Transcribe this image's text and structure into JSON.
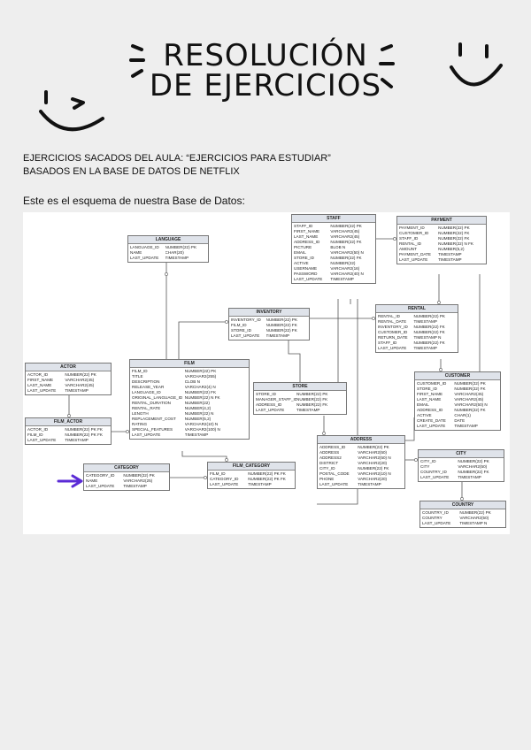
{
  "header": {
    "title_line_1": "RESOLUCIÓN",
    "title_line_2": "DE EJERCICIOS"
  },
  "intro": {
    "line_1": "EJERCICIOS SACADOS DEL AULA: “EJERCICIOS PARA ESTUDIAR”",
    "line_2": "BASADOS EN LA BASE DE DATOS DE NETFLIX"
  },
  "schema_caption": "Este es el esquema de nuestra Base de Datos:",
  "diagram": {
    "tables": [
      {
        "name": "LANGUAGE",
        "rows": [
          [
            "LANGUAGE_ID",
            "NUMBER(22) PK"
          ],
          [
            "NAME",
            "CHAR(20)"
          ],
          [
            "LAST_UPDATE",
            "TIMESTAMP"
          ]
        ]
      },
      {
        "name": "STAFF",
        "rows": [
          [
            "STAFF_ID",
            "NUMBER(22) PK"
          ],
          [
            "FIRST_NAME",
            "VARCHAR2(45)"
          ],
          [
            "LAST_NAME",
            "VARCHAR2(45)"
          ],
          [
            "ADDRESS_ID",
            "NUMBER(22) FK"
          ],
          [
            "PICTURE",
            "BLOB N"
          ],
          [
            "EMAIL",
            "VARCHAR2(50) N"
          ],
          [
            "STORE_ID",
            "NUMBER(22) FK"
          ],
          [
            "ACTIVE",
            "NUMBER(22)"
          ],
          [
            "USERNAME",
            "VARCHAR2(16)"
          ],
          [
            "PASSWORD",
            "VARCHAR2(40) N"
          ],
          [
            "LAST_UPDATE",
            "TIMESTAMP"
          ]
        ]
      },
      {
        "name": "PAYMENT",
        "rows": [
          [
            "PAYMENT_ID",
            "NUMBER(22) PK"
          ],
          [
            "CUSTOMER_ID",
            "NUMBER(22) FK"
          ],
          [
            "STAFF_ID",
            "NUMBER(22) FK"
          ],
          [
            "RENTAL_ID",
            "NUMBER(22) N FK"
          ],
          [
            "AMOUNT",
            "NUMBER(5,2)"
          ],
          [
            "PAYMENT_DATE",
            "TIMESTAMP"
          ],
          [
            "LAST_UPDATE",
            "TIMESTAMP"
          ]
        ]
      },
      {
        "name": "INVENTORY",
        "rows": [
          [
            "INVENTORY_ID",
            "NUMBER(22) PK"
          ],
          [
            "FILM_ID",
            "NUMBER(22) FK"
          ],
          [
            "STORE_ID",
            "NUMBER(22) FK"
          ],
          [
            "LAST_UPDATE",
            "TIMESTAMP"
          ]
        ]
      },
      {
        "name": "RENTAL",
        "rows": [
          [
            "RENTAL_ID",
            "NUMBER(22) PK"
          ],
          [
            "RENTAL_DATE",
            "TIMESTAMP"
          ],
          [
            "INVENTORY_ID",
            "NUMBER(22) FK"
          ],
          [
            "CUSTOMER_ID",
            "NUMBER(22) FK"
          ],
          [
            "RETURN_DATE",
            "TIMESTAMP N"
          ],
          [
            "STAFF_ID",
            "NUMBER(22) FK"
          ],
          [
            "LAST_UPDATE",
            "TIMESTAMP"
          ]
        ]
      },
      {
        "name": "ACTOR",
        "rows": [
          [
            "ACTOR_ID",
            "NUMBER(22) PK"
          ],
          [
            "FIRST_NAME",
            "VARCHAR2(45)"
          ],
          [
            "LAST_NAME",
            "VARCHAR2(45)"
          ],
          [
            "LAST_UPDATE",
            "TIMESTAMP"
          ]
        ]
      },
      {
        "name": "FILM",
        "rows": [
          [
            "FILM_ID",
            "NUMBER(22) PK"
          ],
          [
            "TITLE",
            "VARCHAR2(255)"
          ],
          [
            "DESCRIPTION",
            "CLOB N"
          ],
          [
            "RELEASE_YEAR",
            "VARCHAR2(4) N"
          ],
          [
            "LANGUAGE_ID",
            "NUMBER(22) FK"
          ],
          [
            "ORIGINAL_LANGUAGE_ID",
            "NUMBER(22) N FK"
          ],
          [
            "RENTAL_DURATION",
            "NUMBER(22)"
          ],
          [
            "RENTAL_RATE",
            "NUMBER(4,2)"
          ],
          [
            "LENGTH",
            "NUMBER(22) N"
          ],
          [
            "REPLACEMENT_COST",
            "NUMBER(5,2)"
          ],
          [
            "RATING",
            "VARCHAR2(10) N"
          ],
          [
            "SPECIAL_FEATURES",
            "VARCHAR2(100) N"
          ],
          [
            "LAST_UPDATE",
            "TIMESTAMP"
          ]
        ]
      },
      {
        "name": "STORE",
        "rows": [
          [
            "STORE_ID",
            "NUMBER(22) PK"
          ],
          [
            "MANAGER_STAFF_ID",
            "NUMBER(22) FK"
          ],
          [
            "ADDRESS_ID",
            "NUMBER(22) FK"
          ],
          [
            "LAST_UPDATE",
            "TIMESTAMP"
          ]
        ]
      },
      {
        "name": "CUSTOMER",
        "rows": [
          [
            "CUSTOMER_ID",
            "NUMBER(22) PK"
          ],
          [
            "STORE_ID",
            "NUMBER(22) FK"
          ],
          [
            "FIRST_NAME",
            "VARCHAR2(45)"
          ],
          [
            "LAST_NAME",
            "VARCHAR2(45)"
          ],
          [
            "EMAIL",
            "VARCHAR2(50) N"
          ],
          [
            "ADDRESS_ID",
            "NUMBER(22) FK"
          ],
          [
            "ACTIVE",
            "CHAR(1)"
          ],
          [
            "CREATE_DATE",
            "DATE"
          ],
          [
            "LAST_UPDATE",
            "TIMESTAMP"
          ]
        ]
      },
      {
        "name": "FILM_ACTOR",
        "rows": [
          [
            "ACTOR_ID",
            "NUMBER(22) PK FK"
          ],
          [
            "FILM_ID",
            "NUMBER(22) PK FK"
          ],
          [
            "LAST_UPDATE",
            "TIMESTAMP"
          ]
        ]
      },
      {
        "name": "ADDRESS",
        "rows": [
          [
            "ADDRESS_ID",
            "NUMBER(22) PK"
          ],
          [
            "ADDRESS",
            "VARCHAR2(50)"
          ],
          [
            "ADDRESS2",
            "VARCHAR2(50) N"
          ],
          [
            "DISTRICT",
            "VARCHAR2(20)"
          ],
          [
            "CITY_ID",
            "NUMBER(22) FK"
          ],
          [
            "POSTAL_CODE",
            "VARCHAR2(10) N"
          ],
          [
            "PHONE",
            "VARCHAR2(20)"
          ],
          [
            "LAST_UPDATE",
            "TIMESTAMP"
          ]
        ]
      },
      {
        "name": "CITY",
        "rows": [
          [
            "CITY_ID",
            "NUMBER(22) PK"
          ],
          [
            "CITY",
            "VARCHAR2(50)"
          ],
          [
            "COUNTRY_ID",
            "NUMBER(22) FK"
          ],
          [
            "LAST_UPDATE",
            "TIMESTAMP"
          ]
        ]
      },
      {
        "name": "CATEGORY",
        "rows": [
          [
            "CATEGORY_ID",
            "NUMBER(22) PK"
          ],
          [
            "NAME",
            "VARCHAR2(25)"
          ],
          [
            "LAST_UPDATE",
            "TIMESTAMP"
          ]
        ]
      },
      {
        "name": "FILM_CATEGORY",
        "rows": [
          [
            "FILM_ID",
            "NUMBER(22) PK FK"
          ],
          [
            "CATEGORY_ID",
            "NUMBER(22) PK FK"
          ],
          [
            "LAST_UPDATE",
            "TIMESTAMP"
          ]
        ]
      },
      {
        "name": "COUNTRY",
        "rows": [
          [
            "COUNTRY_ID",
            "NUMBER(22) PK"
          ],
          [
            "COUNTRY",
            "VARCHAR2(50)"
          ],
          [
            "LAST_UPDATE",
            "TIMESTAMP N"
          ]
        ]
      }
    ],
    "arrow_color": "#5b2bd6"
  }
}
